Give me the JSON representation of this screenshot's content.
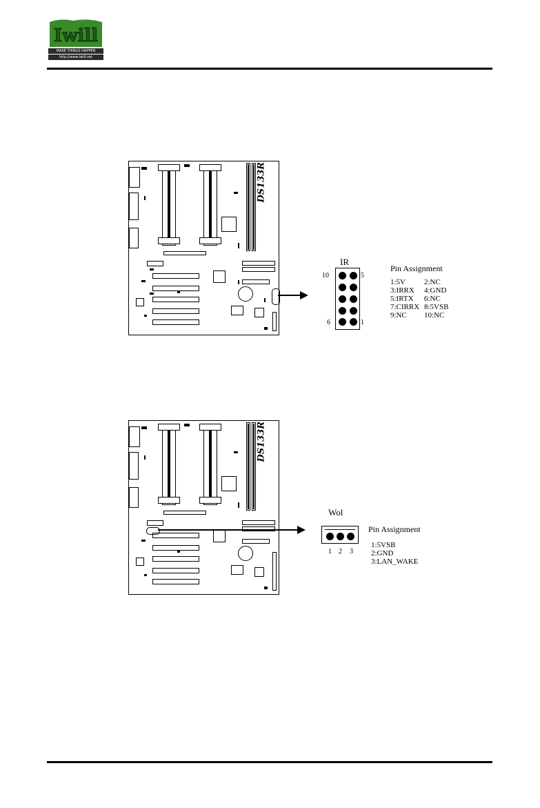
{
  "logo": {
    "brand": "Iwill",
    "tagline": "MAKE THINGS HAPPEN",
    "url": "http://www.iwill.net"
  },
  "board_label": "DS133R",
  "ir": {
    "title": "IR",
    "pin_top_left": "10",
    "pin_top_right": "5",
    "pin_bottom_left": "6",
    "pin_bottom_right": "1",
    "assignment_title": "Pin Assignment",
    "pins": [
      [
        "1:5V",
        "2:NC"
      ],
      [
        "3:IRRX",
        "4:GND"
      ],
      [
        "5:IRTX",
        "6:NC"
      ],
      [
        "7:CIRRX",
        "8:5VSB"
      ],
      [
        "9:NC",
        "10:NC"
      ]
    ]
  },
  "wol": {
    "title": "Wol",
    "pin_numbers": [
      "1",
      "2",
      "3"
    ],
    "assignment_title": "Pin Assignment",
    "pins": [
      "1:5VSB",
      "2:GND",
      "3:LAN_WAKE"
    ]
  }
}
